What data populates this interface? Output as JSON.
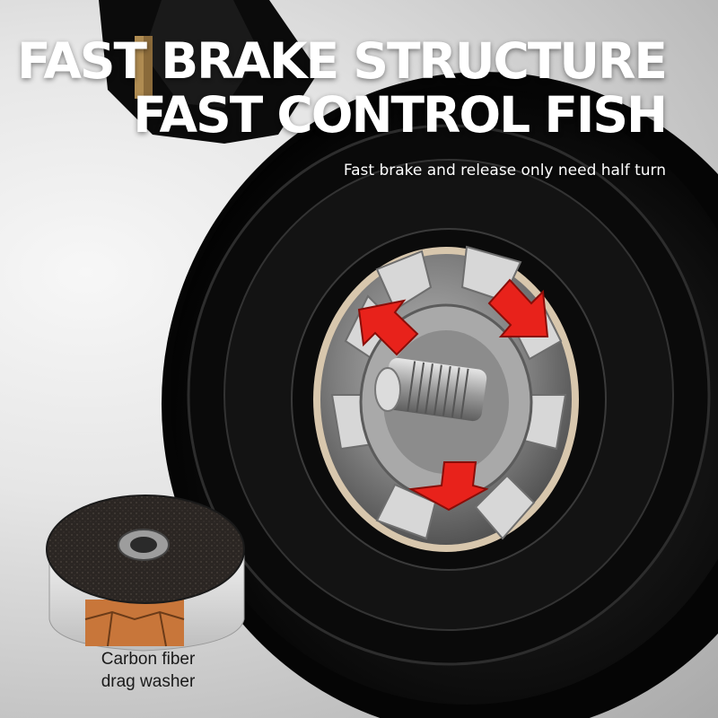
{
  "headline": {
    "line1": "FAST BRAKE STRUCTURE",
    "line2": "FAST CONTROL FISH"
  },
  "subheadline": "Fast brake and release only need half turn",
  "washer_caption": {
    "line1": "Carbon fiber",
    "line2": "drag washer"
  },
  "colors": {
    "arrow_red": "#e8221b",
    "washer_copper": "#c8763a",
    "reel_black": "#0d0d0d"
  },
  "arrow_count": 3
}
